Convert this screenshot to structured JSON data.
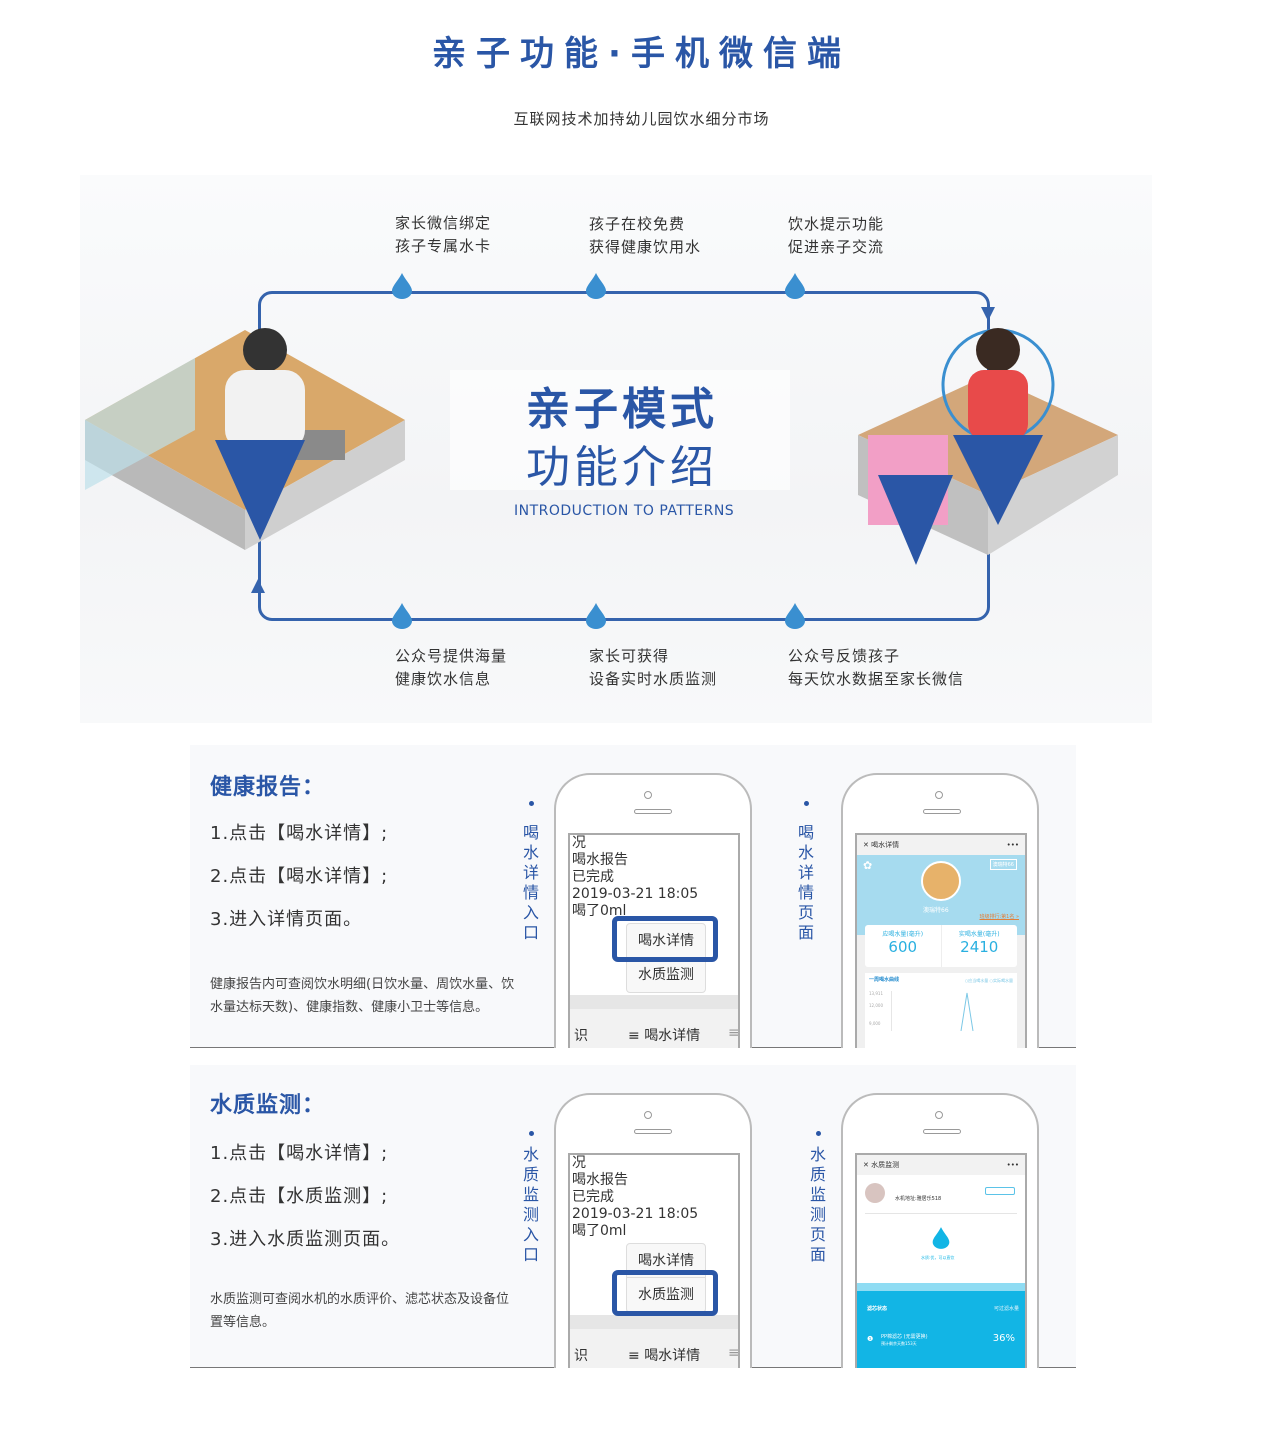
{
  "header": {
    "title": "亲子功能·手机微信端",
    "subtitle": "互联网技术加持幼儿园饮水细分市场"
  },
  "diagram": {
    "center_title_1": "亲子模式",
    "center_title_2": "功能介绍",
    "center_subtitle": "INTRODUCTION TO PATTERNS",
    "top_features": [
      [
        "家长微信绑定",
        "孩子专属水卡"
      ],
      [
        "孩子在校免费",
        "获得健康饮用水"
      ],
      [
        "饮水提示功能",
        "促进亲子交流"
      ]
    ],
    "bottom_features": [
      [
        "公众号提供海量",
        "健康饮水信息"
      ],
      [
        "家长可获得",
        "设备实时水质监测"
      ],
      [
        "公众号反馈孩子",
        "每天饮水数据至家长微信"
      ]
    ]
  },
  "sections": [
    {
      "heading": "健康报告：",
      "steps": [
        "1.点击【喝水详情】;",
        "2.点击【喝水详情】;",
        "3.进入详情页面。"
      ],
      "desc": "健康报告内可查阅饮水明细(日饮水量、周饮水量、饮水量达标天数)、健康指数、健康小卫士等信息。",
      "label1": "喝水详情入口",
      "label2": "喝水详情页面"
    },
    {
      "heading": "水质监测：",
      "steps": [
        "1.点击【喝水详情】;",
        "2.点击【水质监测】;",
        "3.进入水质监测页面。"
      ],
      "desc": "水质监测可查阅水机的水质评价、滤芯状态及设备位置等信息。",
      "label1": "水质监测入口",
      "label2": "水质监测页面"
    }
  ],
  "phone_menu": {
    "lines": [
      "况",
      "喝水报告",
      "已完成",
      "2019-03-21 18:05",
      "喝了0ml"
    ],
    "popup": [
      "喝水详情",
      "水质监测"
    ],
    "tab_left": "识",
    "tab_mid": "喝水详情"
  },
  "drink_detail": {
    "title": "喝水详情",
    "name": "澳瑞特66",
    "badge": "澳瑞特66",
    "rank": "班级排行:第1名 »",
    "should_label": "应喝水量(毫升)",
    "should_value": "600",
    "actual_label": "实喝水量(毫升)",
    "actual_value": "2410",
    "chart_title": "一周喝水曲线",
    "legend": "○应当喝水量 ○实际喝水量",
    "yticks": [
      "13,911",
      "12,000",
      "9,000"
    ]
  },
  "water_quality": {
    "title": "水质监测",
    "address": "水机地址:雅居乐518",
    "quality": "水质:优，可以直饮",
    "filter_title": "滤芯状态",
    "filter_right": "可过滤水量",
    "filter_name": "PP棉滤芯 (无需更换)",
    "filter_days": "预计剩余天数153天",
    "filter_pct": "36%"
  },
  "colors": {
    "brand": "#2a56a6",
    "light_blue": "#a6dbef",
    "cyan": "#12b5e5"
  }
}
